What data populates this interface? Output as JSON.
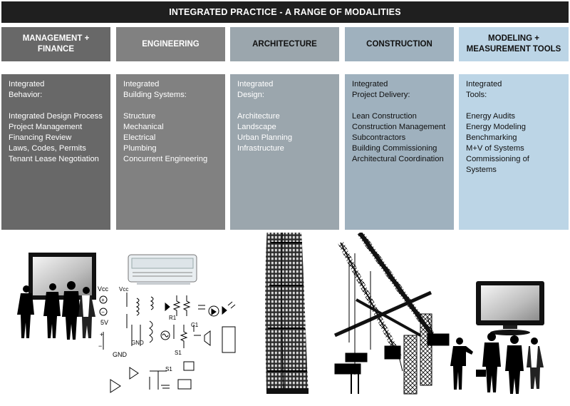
{
  "banner": "INTEGRATED PRACTICE - A RANGE OF MODALITIES",
  "columns": [
    {
      "header": "MANAGEMENT +\nFINANCE",
      "title": "Integrated\nBehavior:",
      "items": [
        "Integrated Design Process",
        "Project Management",
        "Financing Review",
        "Laws, Codes, Permits",
        "Tenant Lease Negotiation"
      ]
    },
    {
      "header": "ENGINEERING",
      "title": "Integrated\nBuilding Systems:",
      "items": [
        "Structure",
        "Mechanical",
        "Electrical",
        "Plumbing",
        "Concurrent Engineering"
      ]
    },
    {
      "header": "ARCHITECTURE",
      "title": "Integrated\nDesign:",
      "items": [
        "Architecture",
        "Landscape",
        "Urban Planning",
        "Infrastructure"
      ]
    },
    {
      "header": "CONSTRUCTION",
      "title": "Integrated\nProject Delivery:",
      "items": [
        "Lean Construction",
        "Construction Management",
        "Subcontractors",
        "Building Commissioning",
        "Architectural Coordination"
      ]
    },
    {
      "header": "MODELING +\nMEASUREMENT TOOLS",
      "title": "Integrated\nTools:",
      "items": [
        "Energy Audits",
        "Energy Modeling",
        "Benchmarking",
        "M+V of Systems",
        "Commissioning of",
        "Systems"
      ]
    }
  ],
  "schematic_labels": {
    "vcc_left": "Vcc",
    "v5": "5V",
    "gnd_left": "GND",
    "vcc_small": "Vcc",
    "r1": "R1",
    "c1": "C1",
    "gnd_mid": "GND",
    "s1": "S1",
    "s1b": "S1"
  },
  "colors": {
    "banner": "#1f1f1f",
    "management": "#686868",
    "engineering": "#818181",
    "architecture": "#9ba6ad",
    "construction": "#9fb1be",
    "modeling": "#bcd5e6"
  }
}
